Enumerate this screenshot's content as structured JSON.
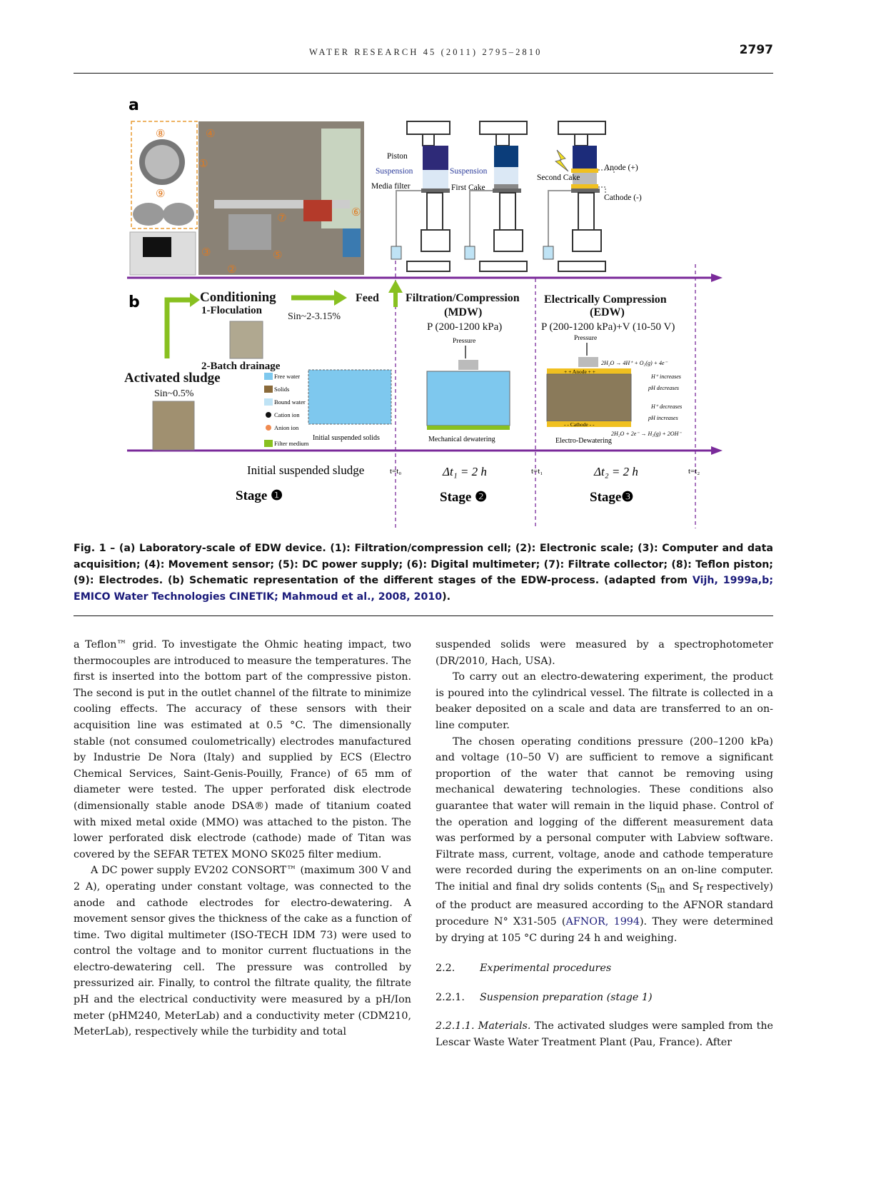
{
  "header": {
    "journal": "WATER RESEARCH 45 (2011) 2795–2810",
    "page": "2797"
  },
  "figure": {
    "panel_a": "a",
    "panel_b": "b",
    "photo_labels": [
      "⑧",
      "④",
      "⑨",
      "③",
      "②",
      "⑤",
      "⑦",
      "⑥",
      "①"
    ],
    "cell_labels": {
      "piston": "Piston",
      "suspension1": "Suspension",
      "media_filter": "Media filter",
      "suspension2": "Suspension",
      "first_cake": "First Cake",
      "second_cake": "Second Cake",
      "anode": "Anode (+)",
      "cathode": "Cathode (-)"
    },
    "flow": {
      "conditioning": "Conditioning",
      "flocculation": "1-Floculation",
      "sin_cond": "Sin~2-3.15%",
      "feed": "Feed",
      "batch": "2-Batch drainage",
      "activated": "Activated sludge",
      "sin_act": "Sin~0.5%",
      "legend": [
        "Free water",
        "Solids",
        "Bound water",
        "Cation ion",
        "Anion ion",
        "Filter medium"
      ],
      "initial_solids": "Initial suspended solids",
      "mdw_title": "Filtration/Compression",
      "mdw_sub": "(MDW)",
      "mdw_p": "P (200-1200 kPa)",
      "edw_title": "Electrically Compression",
      "edw_sub": "(EDW)",
      "edw_p": "P (200-1200 kPa)+V (10-50 V)",
      "pressure": "Pressure",
      "mech": "Mechanical dewatering",
      "electro": "Electro-Dewatering",
      "anode_bar": "+ + Anode + +",
      "cathode_bar": "- - Cathode - -",
      "r1": "2H₂O → 4H⁺ + O₂(g) + 4e⁻",
      "r2": "H⁺ increases",
      "r3": "pH decreases",
      "r4": "H⁺ decreases",
      "r5": "pH increases",
      "r6": "2H₂O + 2e⁻ → H₂(g) + 2OH⁻"
    },
    "timeline": {
      "initial": "Initial suspended sludge",
      "t0": "t=t₀",
      "dt1": "Δt₁ = 2 h",
      "t1": "t=t₁",
      "dt2": "Δt₂ = 2 h",
      "t2": "t=t₂",
      "stage1": "Stage ❶",
      "stage2": "Stage ❷",
      "stage3": "Stage❸"
    }
  },
  "caption": {
    "label": "Fig. 1 – (a) Laboratory-scale of EDW device. (1): Filtration/compression cell; (2): Electronic scale; (3): Computer and data acquisition; (4): Movement sensor; (5): DC power supply; (6): Digital multimeter; (7): Filtrate collector; (8): Teflon piston; (9): Electrodes. (b) Schematic representation of the different stages of the EDW-process. (adapted from ",
    "ref1": "Vijh, 1999a,b; EMICO Water Technologies CINETIK; Mahmoud et al., 2008, 2010",
    "end": ")."
  },
  "left_col": {
    "p1": "a Teflon™ grid. To investigate the Ohmic heating impact, two thermocouples are introduced to measure the temperatures. The first is inserted into the bottom part of the compressive piston. The second is put in the outlet channel of the filtrate to minimize cooling effects. The accuracy of these sensors with their acquisition line was estimated at 0.5 °C. The dimensionally stable (not consumed coulometrically) electrodes manufactured by Industrie De Nora (Italy) and supplied by ECS (Electro Chemical Services, Saint-Genis-Pouilly, France) of 65 mm of diameter were tested. The upper perforated disk electrode (dimensionally stable anode DSA®) made of titanium coated with mixed metal oxide (MMO) was attached to the piston. The lower perforated disk electrode (cathode) made of Titan was covered by the SEFAR TETEX MONO SK025 filter medium.",
    "p2": "A DC power supply EV202 CONSORT™ (maximum 300 V and 2 A), operating under constant voltage, was connected to the anode and cathode electrodes for electro-dewatering. A movement sensor gives the thickness of the cake as a function of time. Two digital multimeter (ISO-TECH IDM 73) were used to control the voltage and to monitor current fluctuations in the electro-dewatering cell. The pressure was controlled by pressurized air. Finally, to control the filtrate quality, the filtrate pH and the electrical conductivity were measured by a pH/Ion meter (pHM240, MeterLab) and a conductivity meter (CDM210, MeterLab), respectively while the turbidity and total"
  },
  "right_col": {
    "p1": "suspended solids were measured by a spectrophotometer (DR/2010, Hach, USA).",
    "p2": "To carry out an electro-dewatering experiment, the product is poured into the cylindrical vessel. The filtrate is collected in a beaker deposited on a scale and data are transferred to an on-line computer.",
    "p3a": "The chosen operating conditions pressure (200–1200 kPa) and voltage (10–50 V) are sufficient to remove a significant proportion of the water that cannot be removing using mechanical dewatering technologies. These conditions also guarantee that water will remain in the liquid phase. Control of the operation and logging of the different measurement data was performed by a personal computer with Labview software. Filtrate mass, current, voltage, anode and cathode temperature were recorded during the experiments on an on-line computer. The initial and final dry solids contents (S",
    "sub_in": "in",
    "p3b": " and S",
    "sub_f": "f",
    "p3c": " respectively) of the product are measured according to the AFNOR standard procedure N° X31-505 (",
    "p3ref": "AFNOR, 1994",
    "p3d": "). They were determined by drying at 105 °C during 24 h and weighing.",
    "sec_num": "2.2.",
    "sec_title": "Experimental procedures",
    "subsec_num": "2.2.1.",
    "subsec_title": "Suspension preparation (stage 1)",
    "p4_head": "2.2.1.1. Materials.",
    "p4": " The activated sludges were sampled from the Lescar Waste Water Treatment Plant (Pau, France). After"
  }
}
